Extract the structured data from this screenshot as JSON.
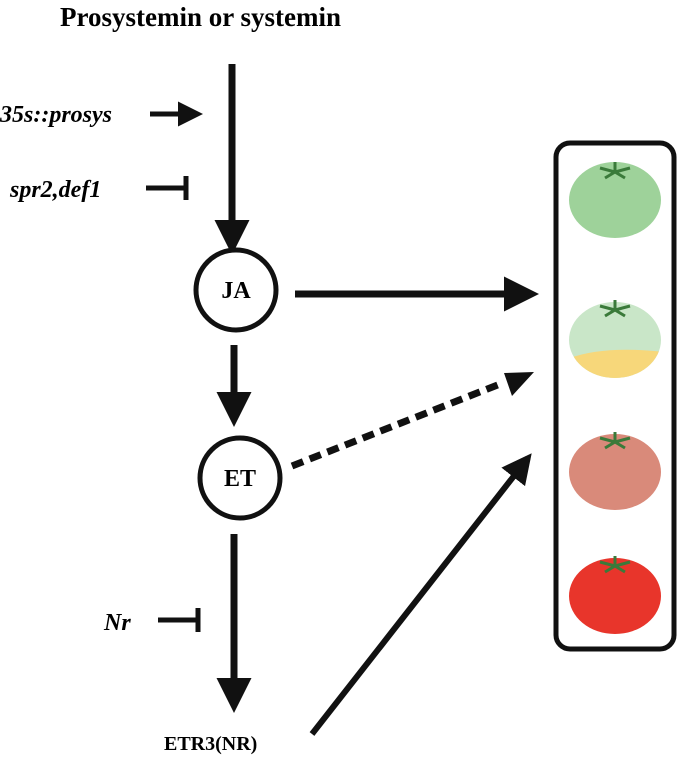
{
  "title": "Prosystemin or systemin",
  "inputs": {
    "activator": "35s::prosys",
    "inhibitor": "spr2,def1",
    "nr_inhibitor": "Nr"
  },
  "nodes": {
    "ja": "JA",
    "et": "ET",
    "receptor": "ETR3(NR)"
  },
  "fruit_stages": [
    {
      "name": "green",
      "color": "#9ed29a"
    },
    {
      "name": "breaker",
      "color": "#c9e6c8",
      "accent": "#f7d77a"
    },
    {
      "name": "pink",
      "color": "#d98a7a"
    },
    {
      "name": "red",
      "color": "#e8352b"
    }
  ],
  "colors": {
    "stroke": "#111111",
    "stem": "#3a7a3a"
  },
  "edges": [
    {
      "from": "title",
      "to": "JA",
      "type": "activation"
    },
    {
      "from": "35s::prosys",
      "to": "pathway",
      "type": "activation"
    },
    {
      "from": "spr2,def1",
      "to": "pathway",
      "type": "inhibition"
    },
    {
      "from": "JA",
      "to": "ET",
      "type": "activation"
    },
    {
      "from": "JA",
      "to": "fruit-ripening",
      "type": "activation"
    },
    {
      "from": "ET",
      "to": "fruit-ripening",
      "type": "dashed"
    },
    {
      "from": "ET",
      "to": "ETR3(NR)",
      "type": "activation"
    },
    {
      "from": "Nr",
      "to": "pathway",
      "type": "inhibition"
    },
    {
      "from": "ETR3(NR)",
      "to": "fruit-ripening",
      "type": "activation"
    }
  ]
}
